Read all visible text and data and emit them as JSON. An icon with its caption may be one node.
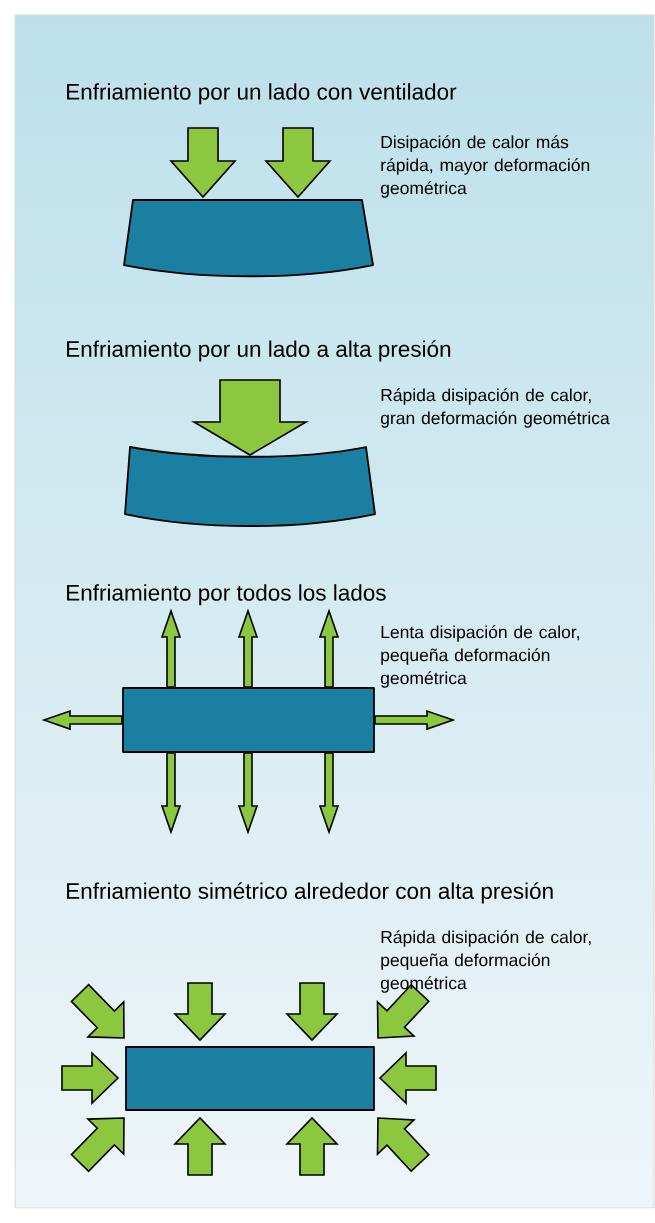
{
  "diagram": {
    "labels": [
      "Enfriamiento por un lado con ventilador",
      "Disipación de calor más rápida, mayor deformación geométrica",
      "Enfriamiento por un lado a alta presión",
      "Rápida disipación de calor, gran deformación geométrica",
      "Enfriamiento por todos los lados",
      "Lenta disipación de calor, pequeña deformación geométrica",
      "Enfriamiento simétrico alrededor con alta presión",
      "Rápida disipación de calor, pequeña deformación geométrica"
    ]
  }
}
